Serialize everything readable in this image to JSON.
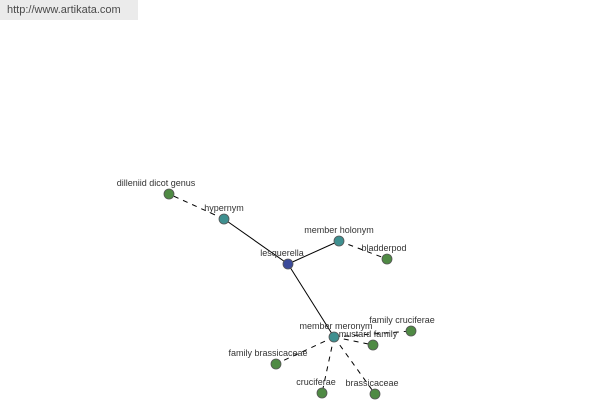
{
  "site_url": "http://www.artikata.com",
  "colors": {
    "center": "#3b4a9a",
    "relation": "#3f9090",
    "leaf": "#4f8a44",
    "edge": "#000000",
    "url_bar": "#ebebeb"
  },
  "nodes": {
    "lesquerella": {
      "label": "lesquerella",
      "kind": "center"
    },
    "hypernym": {
      "label": "hypernym",
      "kind": "relation"
    },
    "member_holonym": {
      "label": "member holonym",
      "kind": "relation"
    },
    "member_meronym": {
      "label": "member meronym",
      "kind": "relation"
    },
    "dilleniid_dicot_genus": {
      "label": "dilleniid dicot genus",
      "kind": "leaf"
    },
    "bladderpod": {
      "label": "bladderpod",
      "kind": "leaf"
    },
    "family_cruciferae": {
      "label": "family cruciferae",
      "kind": "leaf"
    },
    "mustard_family": {
      "label": "mustard family",
      "kind": "leaf"
    },
    "family_brassicaceae": {
      "label": "family brassicaceae",
      "kind": "leaf"
    },
    "cruciferae": {
      "label": "cruciferae",
      "kind": "leaf"
    },
    "brassicaceae": {
      "label": "brassicaceae",
      "kind": "leaf"
    }
  },
  "edges": [
    {
      "from": "lesquerella",
      "to": "hypernym",
      "style": "solid"
    },
    {
      "from": "lesquerella",
      "to": "member_holonym",
      "style": "solid"
    },
    {
      "from": "lesquerella",
      "to": "member_meronym",
      "style": "solid"
    },
    {
      "from": "hypernym",
      "to": "dilleniid_dicot_genus",
      "style": "dashed"
    },
    {
      "from": "member_holonym",
      "to": "bladderpod",
      "style": "dashed"
    },
    {
      "from": "member_meronym",
      "to": "family_cruciferae",
      "style": "dashed"
    },
    {
      "from": "member_meronym",
      "to": "mustard_family",
      "style": "dashed"
    },
    {
      "from": "member_meronym",
      "to": "family_brassicaceae",
      "style": "dashed"
    },
    {
      "from": "member_meronym",
      "to": "cruciferae",
      "style": "dashed"
    },
    {
      "from": "member_meronym",
      "to": "brassicaceae",
      "style": "dashed"
    }
  ]
}
